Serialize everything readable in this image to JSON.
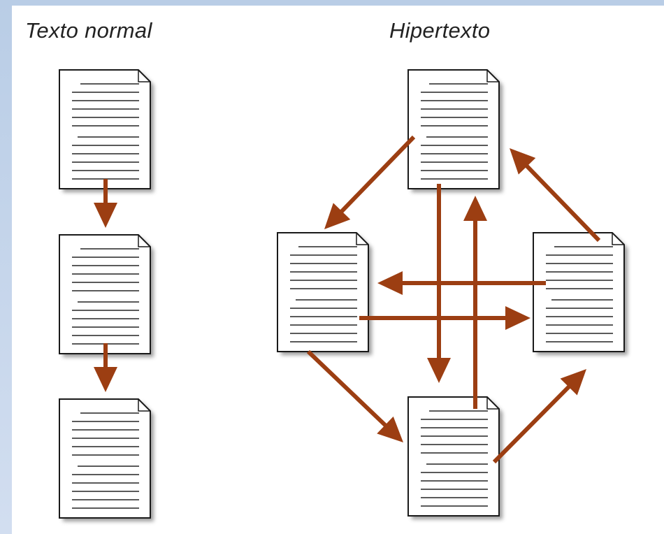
{
  "headings": {
    "normal": "Texto normal",
    "hypertext": "Hipertexto"
  },
  "colors": {
    "arrow": "#9c3e12",
    "page_fill": "#ffffff",
    "page_outline": "#1a1a1a",
    "text_lines": "#5a5a5a",
    "shadow": "#8c8c8c",
    "background": "#c6d6ec"
  },
  "documents": [
    {
      "id": "normal-1",
      "group": "normal"
    },
    {
      "id": "normal-2",
      "group": "normal"
    },
    {
      "id": "normal-3",
      "group": "normal"
    },
    {
      "id": "hyper-top",
      "group": "hypertext"
    },
    {
      "id": "hyper-left",
      "group": "hypertext"
    },
    {
      "id": "hyper-right",
      "group": "hypertext"
    },
    {
      "id": "hyper-bottom",
      "group": "hypertext"
    }
  ],
  "links": [
    {
      "from": "normal-1",
      "to": "normal-2"
    },
    {
      "from": "normal-2",
      "to": "normal-3"
    },
    {
      "from": "hyper-top",
      "to": "hyper-left"
    },
    {
      "from": "hyper-top",
      "to": "hyper-bottom"
    },
    {
      "from": "hyper-bottom",
      "to": "hyper-top"
    },
    {
      "from": "hyper-right",
      "to": "hyper-top"
    },
    {
      "from": "hyper-right",
      "to": "hyper-left"
    },
    {
      "from": "hyper-left",
      "to": "hyper-right"
    },
    {
      "from": "hyper-left",
      "to": "hyper-bottom"
    },
    {
      "from": "hyper-bottom",
      "to": "hyper-right"
    }
  ]
}
